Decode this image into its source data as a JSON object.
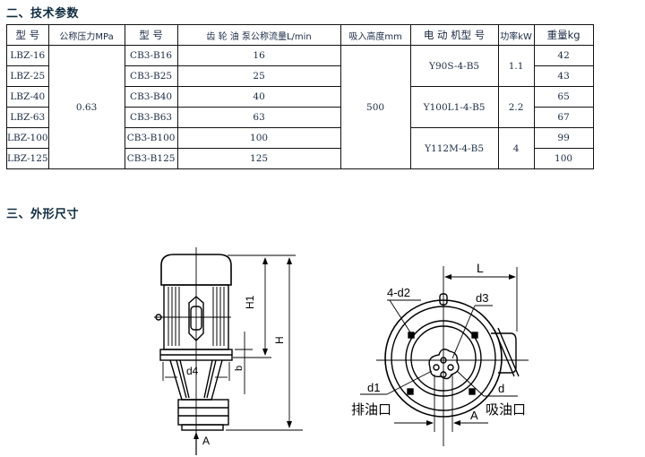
{
  "sections": {
    "tech_params": {
      "title": "二、技术参数"
    },
    "dimensions": {
      "title": "三、外形尺寸"
    }
  },
  "spec_table": {
    "headers": [
      "型 号",
      "公称压力MPa",
      "型 号",
      "齿 轮 油 泵公称流量L/min",
      "吸入高度mm",
      "电 动 机型 号",
      "功率kW",
      "重量kg"
    ],
    "pressure": "0.63",
    "suction_height": "500",
    "rows": [
      {
        "model": "LBZ-16",
        "pump_model": "CB3-B16",
        "flow": "16",
        "weight": "42"
      },
      {
        "model": "LBZ-25",
        "pump_model": "CB3-B25",
        "flow": "25",
        "weight": "43"
      },
      {
        "model": "LBZ-40",
        "pump_model": "CB3-B40",
        "flow": "40",
        "weight": "65"
      },
      {
        "model": "LBZ-63",
        "pump_model": "CB3-B63",
        "flow": "63",
        "weight": "67"
      },
      {
        "model": "LBZ-100",
        "pump_model": "CB3-B100",
        "flow": "100",
        "weight": "99"
      },
      {
        "model": "LBZ-125",
        "pump_model": "CB3-B125",
        "flow": "125",
        "weight": "100"
      }
    ],
    "motors": [
      {
        "motor": "Y90S-4-B5",
        "power": "1.1"
      },
      {
        "motor": "Y100L1-4-B5",
        "power": "2.2"
      },
      {
        "motor": "Y112M-4-B5",
        "power": "4"
      }
    ]
  },
  "diagram_labels": {
    "side": {
      "H1": "H1",
      "H": "H",
      "d4": "d4",
      "b": "b",
      "A": "A"
    },
    "front": {
      "L": "L",
      "d2": "4-d2",
      "d3": "d3",
      "d1": "d1",
      "d": "d",
      "A": "A",
      "outlet": "排油口",
      "inlet": "吸油口"
    }
  }
}
